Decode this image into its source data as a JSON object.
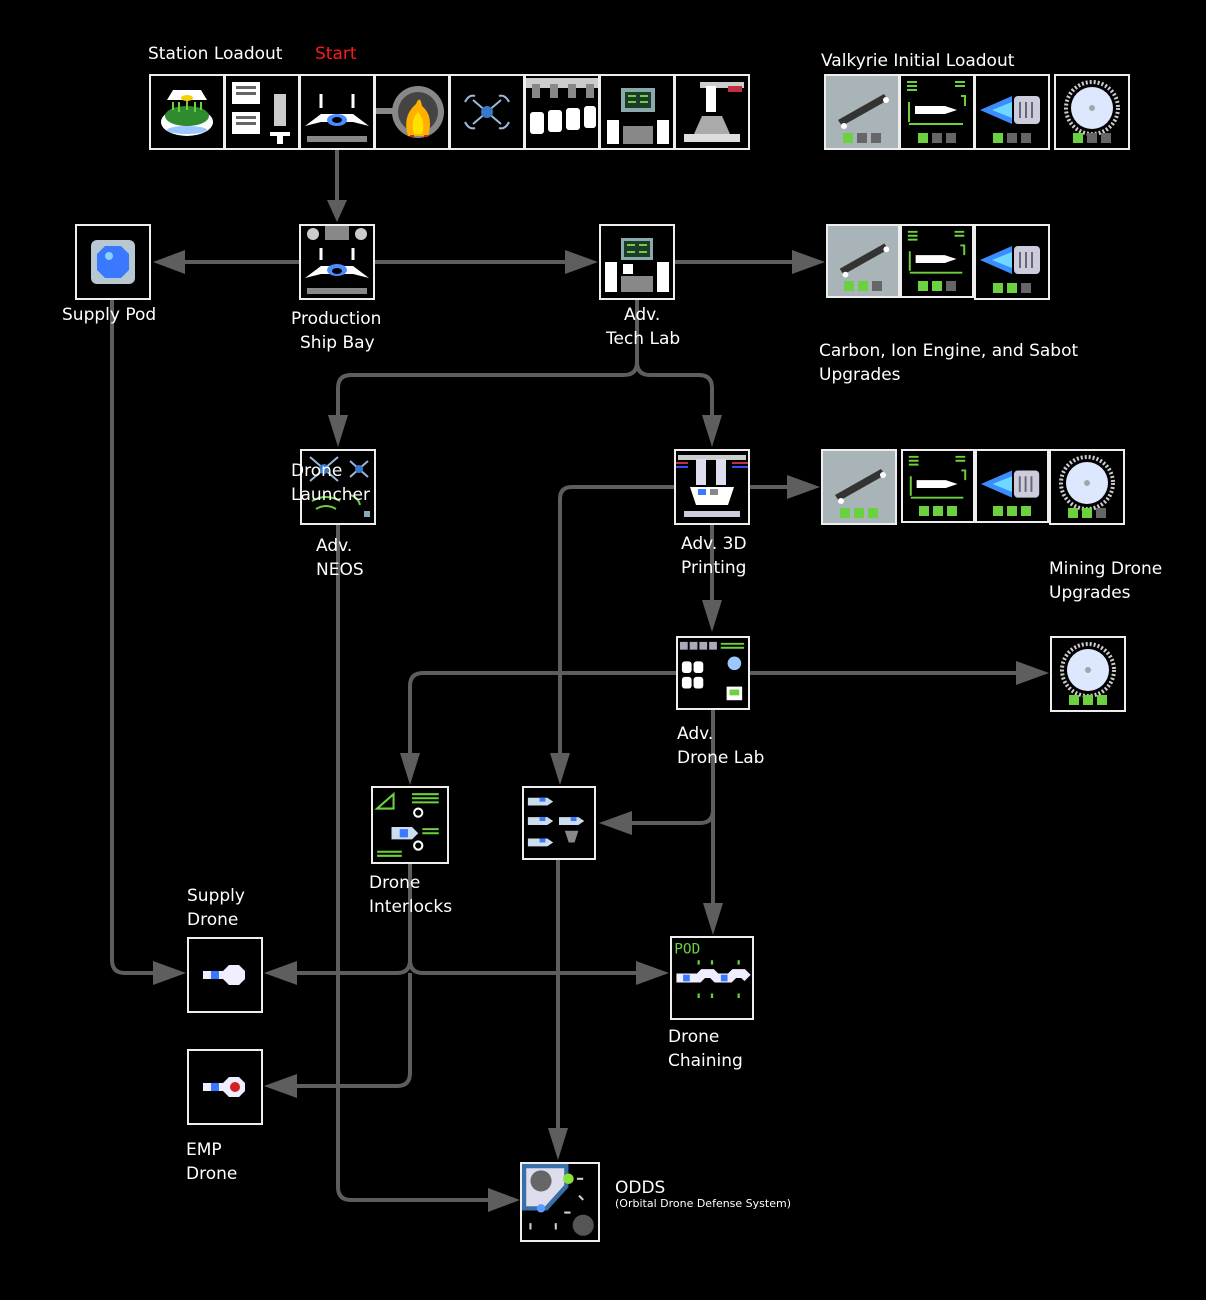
{
  "labels": {
    "station_loadout": "Station Loadout",
    "start": "Start",
    "valkyrie_loadout": "Valkyrie Initial Loadout",
    "supply_pod": "Supply Pod",
    "production_1": "Production",
    "production_2": "Ship Bay",
    "tech_lab_1": "Adv.",
    "tech_lab_2": "Tech Lab",
    "carbon_1": "Carbon, Ion Engine, and Sabot",
    "carbon_2": "Upgrades",
    "drone_launcher_1": "Drone",
    "drone_launcher_2": "Launcher",
    "neos_1": "Adv.",
    "neos_2": "NEOS",
    "printing_1": "Adv. 3D",
    "printing_2": "Printing",
    "mining_1": "Mining Drone",
    "mining_2": "Upgrades",
    "drone_lab_1": "Adv.",
    "drone_lab_2": "Drone Lab",
    "interlocks_1": "Drone",
    "interlocks_2": "Interlocks",
    "supply_drone_1": "Supply",
    "supply_drone_2": "Drone",
    "chaining_1": "Drone",
    "chaining_2": "Chaining",
    "emp_1": "EMP",
    "emp_2": "Drone",
    "odds_1": "ODDS",
    "odds_2": "(Orbital Drone Defense System)"
  },
  "station_loadout_icons": [
    "hydroponics-icon",
    "fabricator-icon",
    "ship-bay-icon",
    "reactor-icon",
    "drone-icon",
    "cryo-pods-icon",
    "tech-lab-icon",
    "3d-printer-icon"
  ],
  "upgrade_rows": {
    "valkyrie": {
      "carbon": 1,
      "ion_engine": 1,
      "sabot": 1,
      "mining": 1
    },
    "tech_lab": {
      "carbon": 2,
      "ion_engine": 2,
      "sabot": 2
    },
    "printing": {
      "carbon": 3,
      "ion_engine": 3,
      "sabot": 3,
      "mining": 2
    },
    "drone_lab": {
      "mining": 3
    }
  },
  "max_level": 3,
  "colors": {
    "wire": "#5e5e5e",
    "pip_on": "#6cd13e",
    "pip_off": "#666666",
    "accent_red": "#ff1a1a"
  }
}
